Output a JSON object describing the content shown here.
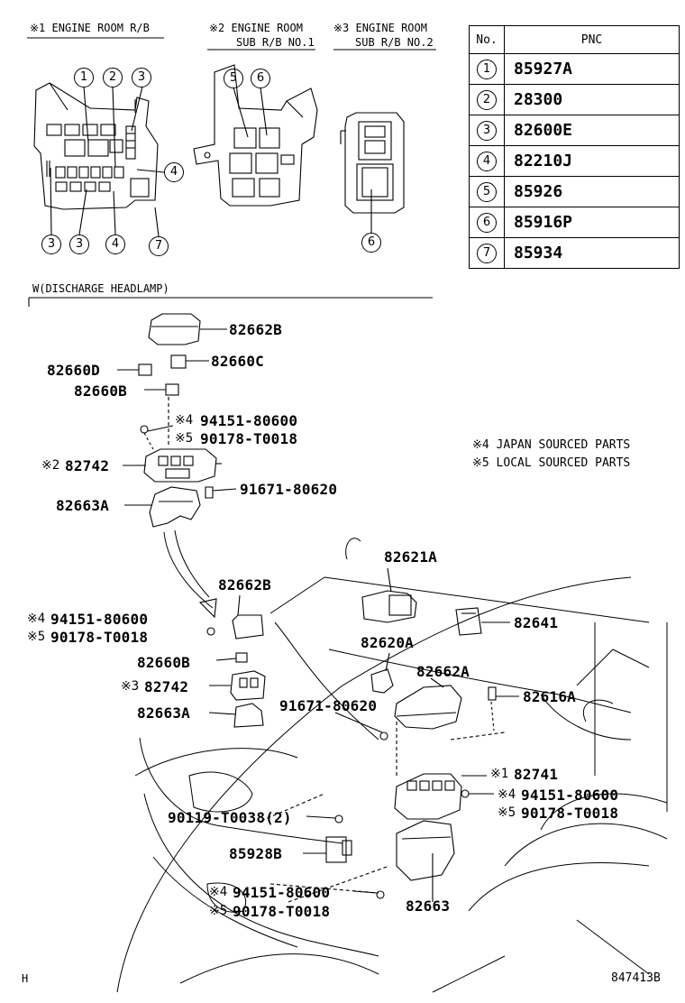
{
  "headers": {
    "h1": "※1 ENGINE ROOM R/B",
    "h2a": "※2 ENGINE ROOM",
    "h2b": "SUB R/B NO.1",
    "h3a": "※3 ENGINE ROOM",
    "h3b": "SUB R/B NO.2"
  },
  "table": {
    "col_no": "No.",
    "col_pnc": "PNC",
    "rows": [
      {
        "no": "1",
        "pnc": "85927A"
      },
      {
        "no": "2",
        "pnc": "28300"
      },
      {
        "no": "3",
        "pnc": "82600E"
      },
      {
        "no": "4",
        "pnc": "82210J"
      },
      {
        "no": "5",
        "pnc": "85926"
      },
      {
        "no": "6",
        "pnc": "85916P"
      },
      {
        "no": "7",
        "pnc": "85934"
      }
    ]
  },
  "callouts": {
    "r1_top": [
      "1",
      "2",
      "3"
    ],
    "r1_side": "4",
    "r1_bottom": [
      "3",
      "3",
      "4",
      "7"
    ],
    "r2_top": [
      "5",
      "6"
    ],
    "r3_bottom": "6"
  },
  "section_label": "W(DISCHARGE HEADLAMP)",
  "labels": {
    "p82662B_1": "82662B",
    "p82660C": "82660C",
    "p82660D": "82660D",
    "p82660B_1": "82660B",
    "m4_1": "※4",
    "p94151_1": "94151-80600",
    "m5_1": "※5",
    "p90178_1": "90178-T0018",
    "m2": "※2",
    "p82742_1": "82742",
    "p91671_1": "91671-80620",
    "p82663A_1": "82663A",
    "p82621A": "82621A",
    "p82662B_2": "82662B",
    "p82641": "82641",
    "m4_2": "※4",
    "p94151_2": "94151-80600",
    "m5_2": "※5",
    "p90178_2": "90178-T0018",
    "p82620A": "82620A",
    "p82660B_2": "82660B",
    "p82662A": "82662A",
    "m3": "※3",
    "p82742_2": "82742",
    "p82616A": "82616A",
    "p91671_2": "91671-80620",
    "p82663A_2": "82663A",
    "m1": "※1",
    "p82741": "82741",
    "m4_3": "※4",
    "p94151_3": "94151-80600",
    "m5_3": "※5",
    "p90178_3": "90178-T0018",
    "p90119": "90119-T0038(2)",
    "p85928B": "85928B",
    "m4_4": "※4",
    "p94151_4": "94151-80600",
    "m5_4": "※5",
    "p90178_4": "90178-T0018",
    "p82663": "82663"
  },
  "notes": {
    "n4": "※4 JAPAN SOURCED PARTS",
    "n5": "※5 LOCAL SOURCED PARTS"
  },
  "footer": {
    "left": "H",
    "right": "847413B"
  }
}
